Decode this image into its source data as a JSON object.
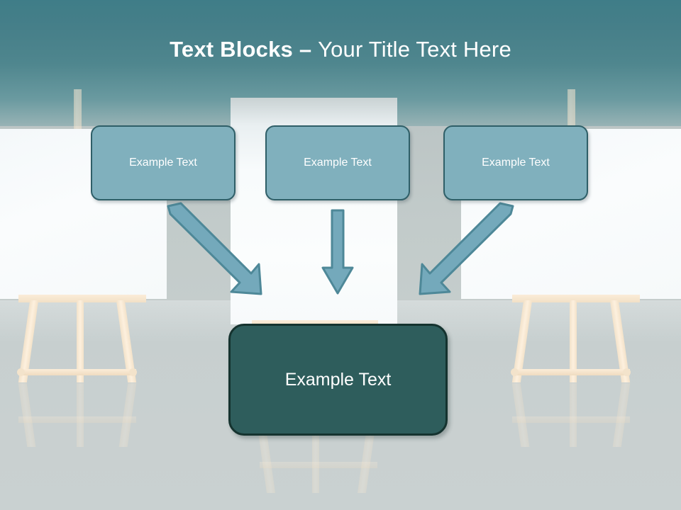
{
  "slide": {
    "title_bold": "Text Blocks ",
    "title_separator": "– ",
    "title_rest": "Your Title Text Here",
    "background_type": "easels-with-blank-canvases"
  },
  "theme": {
    "title_color": "#ffffff",
    "sky_top_color": "#3f7d88",
    "sky_bottom_color": "#c6cdcd",
    "wall_color": "#c0c9c9",
    "floor_color": "#c9d1d1",
    "box_fill": "#80b0bd",
    "box_border": "#2f5f68",
    "box_text_color": "#ffffff",
    "result_fill": "#2e5d5c",
    "result_border": "#15332f",
    "result_text_color": "#ffffff",
    "arrow_fill": "#74a9bb",
    "arrow_border": "#4e8898",
    "easel_wood_color": "#f7e8d2",
    "canvas_color": "#f8fbfc"
  },
  "top_boxes": [
    {
      "id": "box-left",
      "label": "Example Text"
    },
    {
      "id": "box-center",
      "label": "Example Text"
    },
    {
      "id": "box-right",
      "label": "Example Text"
    }
  ],
  "arrows": [
    {
      "id": "arrow-left",
      "direction": "down-right",
      "from": "box-left",
      "to": "result-box"
    },
    {
      "id": "arrow-center",
      "direction": "down",
      "from": "box-center",
      "to": "result-box"
    },
    {
      "id": "arrow-right",
      "direction": "down-left",
      "from": "box-right",
      "to": "result-box"
    }
  ],
  "result_box": {
    "id": "result-box",
    "label": "Example Text"
  },
  "easels": [
    {
      "id": "easel-left",
      "canvas": "blank"
    },
    {
      "id": "easel-center",
      "canvas": "blank"
    },
    {
      "id": "easel-right",
      "canvas": "blank"
    }
  ]
}
